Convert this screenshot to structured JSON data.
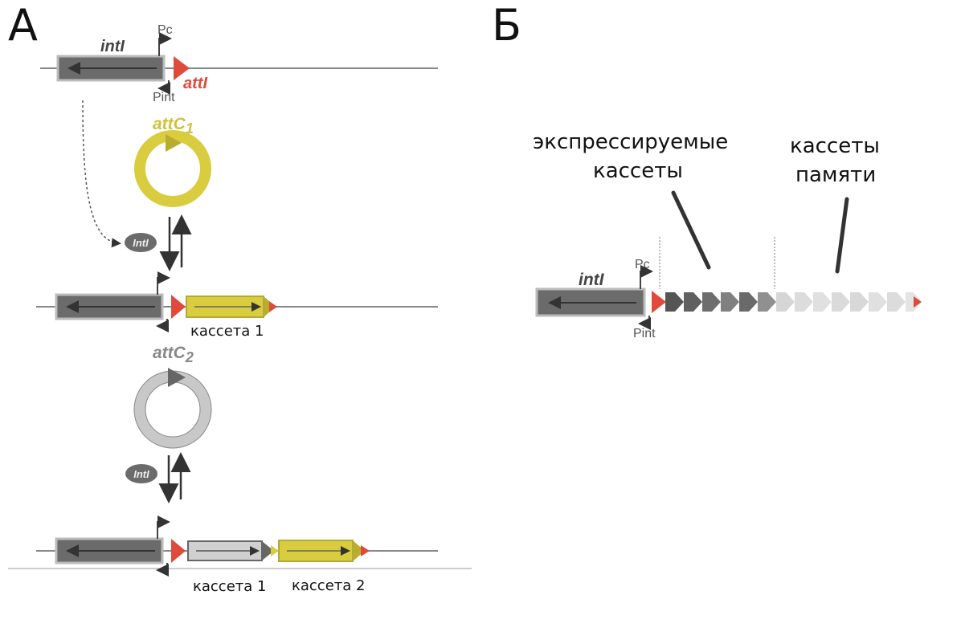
{
  "panel_a": {
    "letter": "А",
    "row1": {
      "gene": "intI",
      "promoter_c": "Pc",
      "promoter_int": "Pint",
      "site": "attI"
    },
    "circle1": {
      "label": "attC",
      "sub": "1"
    },
    "enzyme1": "IntI",
    "row2": {
      "cassette1": "кассета 1"
    },
    "circle2": {
      "label": "attC",
      "sub": "2"
    },
    "enzyme2": "IntI",
    "row3": {
      "cassette1": "кассета 1",
      "cassette2": "кассета 2"
    }
  },
  "panel_b": {
    "letter": "Б",
    "gene": "intI",
    "promoter_c": "Pc",
    "promoter_int": "Pint",
    "expressed_label_line1": "экспрессируемые",
    "expressed_label_line2": "кассеты",
    "memory_label_line1": "кассеты",
    "memory_label_line2": "памяти"
  },
  "colors": {
    "gene_dark": "#6b6b6b",
    "site_red": "#e04a3a",
    "cassette_yellow": "#d9cc3e",
    "cassette_grey": "#c8c8c8",
    "arrow_dark": "#444444",
    "cassette_light": "#dcdcdc"
  }
}
